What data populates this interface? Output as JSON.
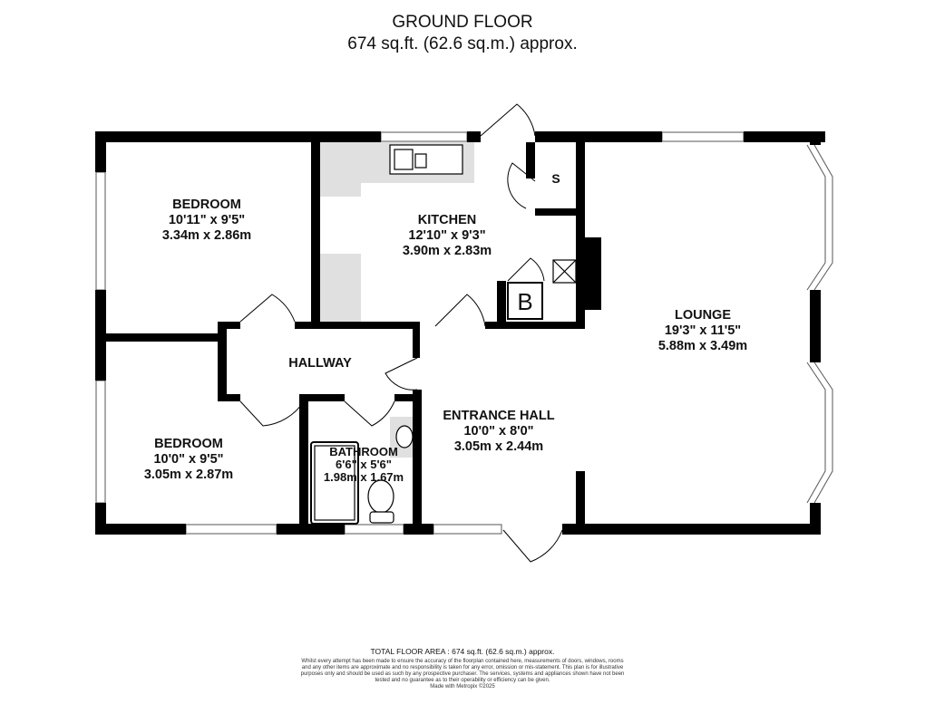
{
  "header": {
    "title": "GROUND FLOOR",
    "area": "674 sq.ft. (62.6 sq.m.) approx."
  },
  "rooms": [
    {
      "name": "BEDROOM",
      "imperial": "10'11\"  x 9'5\"",
      "metric": "3.34m  x 2.86m"
    },
    {
      "name": "KITCHEN",
      "imperial": "12'10\"  x 9'3\"",
      "metric": "3.90m  x 2.83m"
    },
    {
      "name": "LOUNGE",
      "imperial": "19'3\"  x 11'5\"",
      "metric": "5.88m  x 3.49m"
    },
    {
      "name": "HALLWAY"
    },
    {
      "name": "ENTRANCE HALL",
      "imperial": "10'0\"  x 8'0\"",
      "metric": "3.05m  x 2.44m"
    },
    {
      "name": "BEDROOM",
      "imperial": "10'0\"  x 9'5\"",
      "metric": "3.05m  x 2.87m"
    },
    {
      "name": "BATHROOM",
      "imperial": "6'6\"  x 5'6\"",
      "metric": "1.98m  x 1.67m"
    }
  ],
  "fixtures": {
    "store": "S",
    "boiler": "B"
  },
  "footer": {
    "total": "TOTAL FLOOR AREA : 674 sq.ft. (62.6 sq.m.) approx.",
    "disclaimer": "Whilst every attempt has been made to ensure the accuracy of the floorplan contained here, measurements of doors, windows, rooms and any other items are approximate and no responsibility is taken for any error, omission or mis-statement. This plan is for illustrative purposes only and should be used as such by any prospective purchaser. The services, systems and appliances shown have not been tested and no guarantee as to their operability or efficiency can be given.",
    "credit": "Made with Metropix ©2025"
  }
}
